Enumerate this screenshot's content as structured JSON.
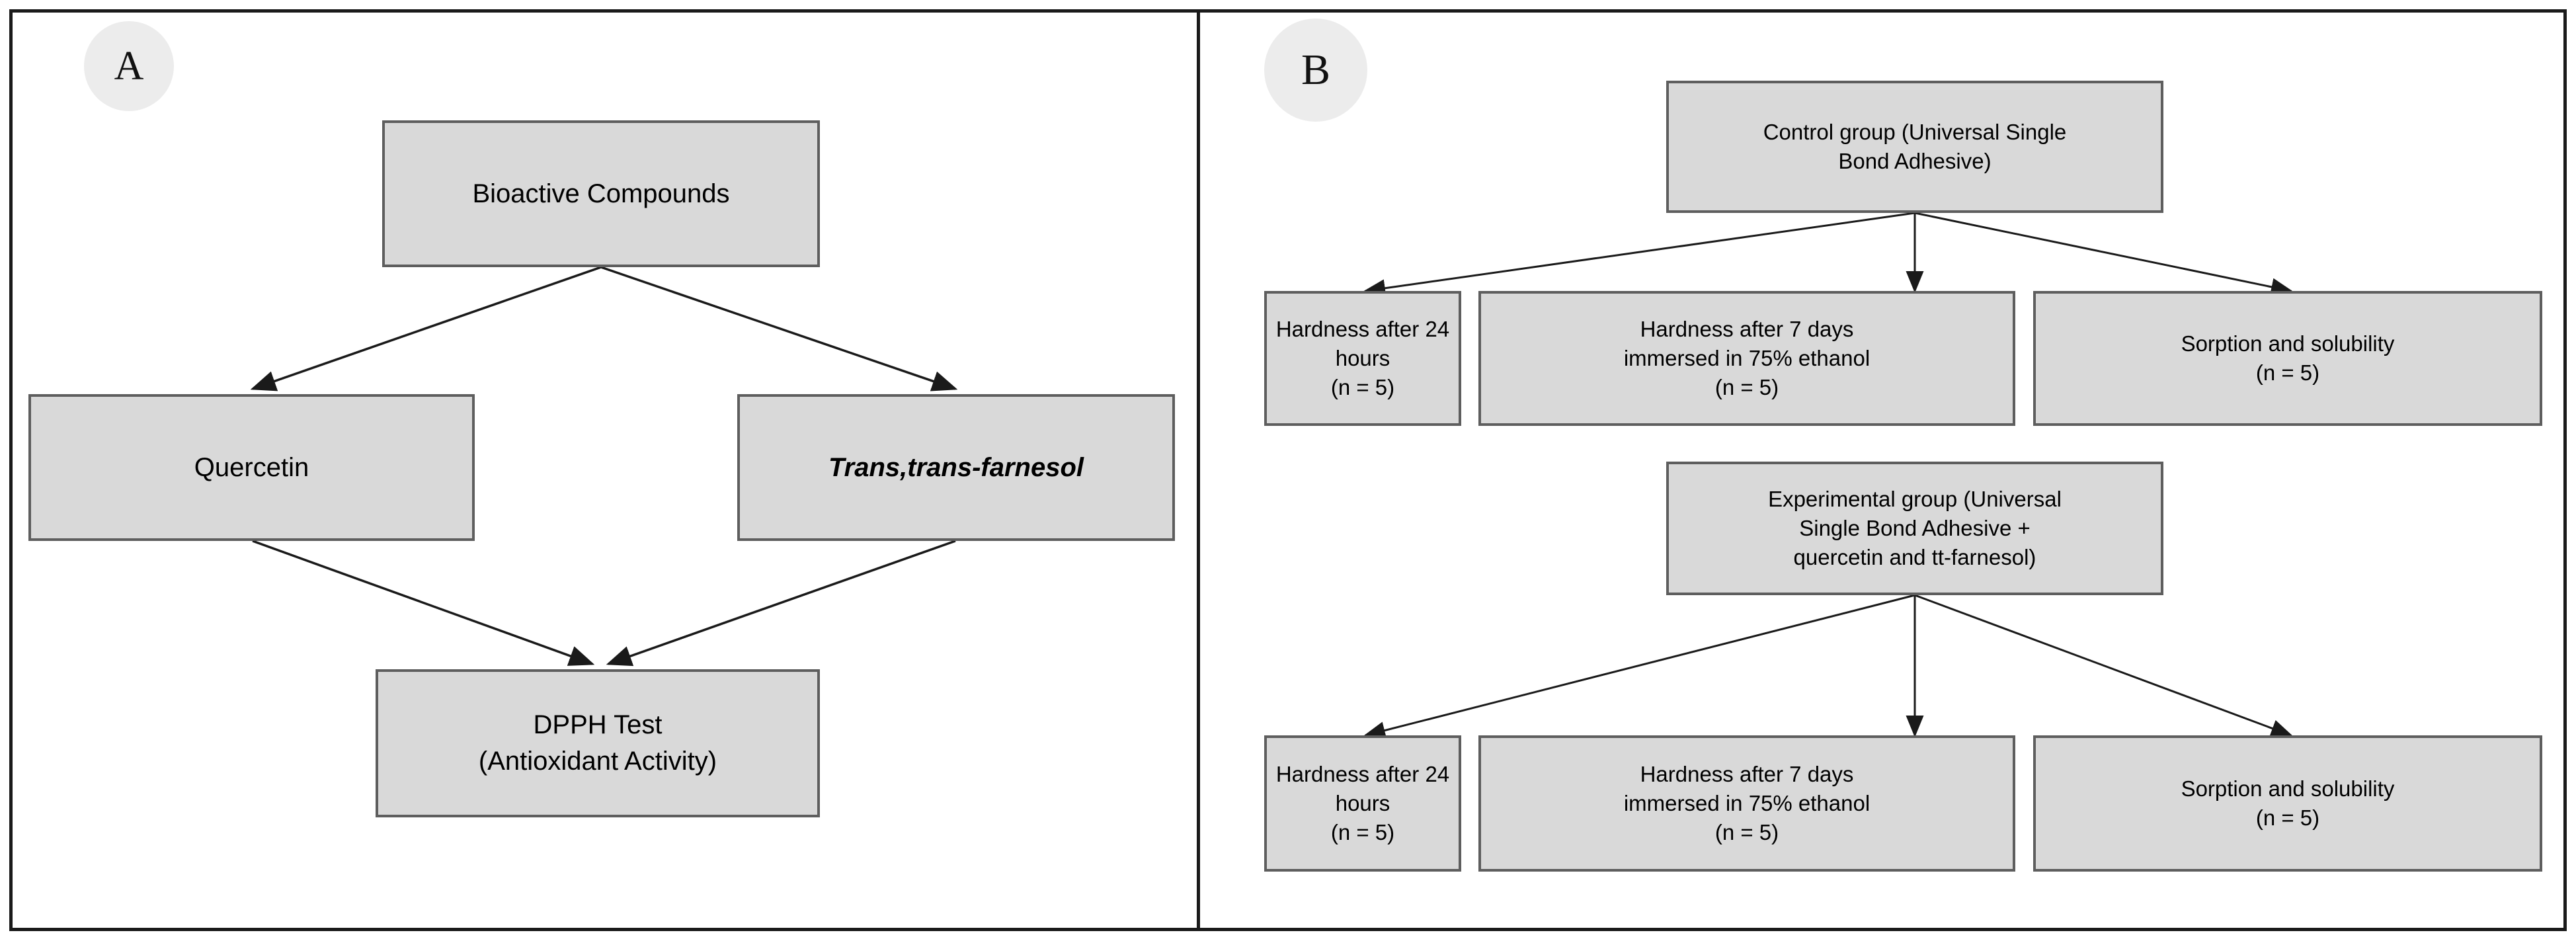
{
  "figure": {
    "panels": [
      {
        "id": "A",
        "badge_label": "A",
        "nodes": [
          {
            "id": "bioactive",
            "label": "Bioactive Compounds"
          },
          {
            "id": "quercetin",
            "label": "Quercetin"
          },
          {
            "id": "farnesol",
            "label": "Trans,trans-farnesol"
          },
          {
            "id": "dpph",
            "label": "DPPH Test\n(Antioxidant Activity)"
          }
        ]
      },
      {
        "id": "B",
        "badge_label": "B",
        "nodes": [
          {
            "id": "control",
            "label": "Control group (Universal Single\nBond Adhesive)"
          },
          {
            "id": "ctrl-hard24",
            "label": "Hardness after 24 hours\n(n = 5)"
          },
          {
            "id": "ctrl-hard7d",
            "label": "Hardness after 7 days\nimmersed in 75% ethanol\n(n = 5)"
          },
          {
            "id": "ctrl-sorption",
            "label": "Sorption and solubility\n(n = 5)"
          },
          {
            "id": "experimental",
            "label": "Experimental group (Universal\nSingle Bond Adhesive +\nquercetin and tt-farnesol)"
          },
          {
            "id": "exp-hard24",
            "label": "Hardness after 24 hours\n(n = 5)"
          },
          {
            "id": "exp-hard7d",
            "label": "Hardness after 7 days\nimmersed in 75% ethanol\n(n = 5)"
          },
          {
            "id": "exp-sorption",
            "label": "Sorption and solubility\n(n = 5)"
          }
        ]
      }
    ],
    "colors": {
      "node_fill": "#d9d9d9",
      "node_border": "#5e5e5e",
      "frame": "#1a1a1a",
      "badge_fill": "#ececec",
      "connector": "#1a1a1a",
      "text": "#000000"
    }
  }
}
